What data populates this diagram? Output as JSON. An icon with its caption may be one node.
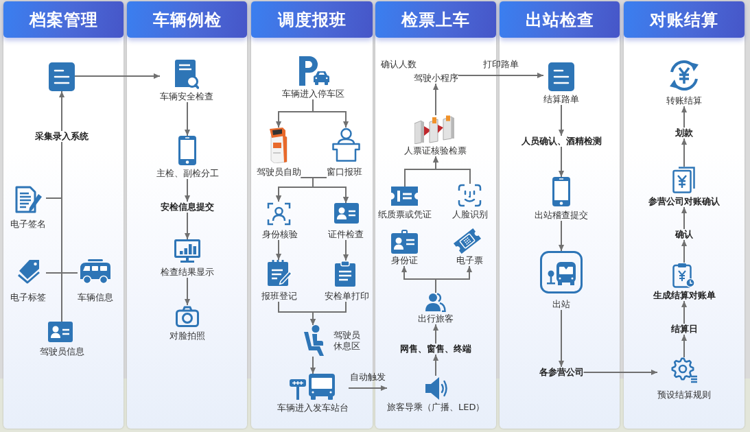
{
  "diagram": {
    "nodes": [
      {
        "text": [
          "档案管理"
        ]
      },
      {
        "text": [],
        "shape": "picture",
        "in": 0
      },
      {
        "text": [
          "采集录入系统"
        ],
        "in": 0
      },
      {
        "text": [
          "电子签名"
        ],
        "in": 0
      },
      {
        "text": [
          "电子标签"
        ],
        "in": 0
      },
      {
        "text": [
          "车辆信息"
        ],
        "in": 0
      },
      {
        "text": [
          "驾驶员信息"
        ],
        "in": 0
      },
      {
        "text": [
          "车辆例检"
        ]
      },
      {
        "text": [
          "车辆安全检查"
        ],
        "in": 7
      },
      {
        "text": [
          "主检、副检分工"
        ],
        "in": 7
      },
      {
        "text": [
          "安检信息提交"
        ],
        "in": 7
      },
      {
        "text": [
          "检查结果显示"
        ],
        "in": 7
      },
      {
        "text": [
          "对脸拍照"
        ],
        "in": 7
      },
      {
        "text": [
          "调度报班"
        ]
      },
      {
        "text": [
          "车辆进入停车区"
        ],
        "in": 13
      },
      {
        "text": [
          "驾驶员自助"
        ],
        "in": 13
      },
      {
        "text": [
          "窗口报班"
        ],
        "in": 13
      },
      {
        "text": [
          "身份核验"
        ],
        "in": 13
      },
      {
        "text": [
          "证件检查"
        ],
        "in": 13
      },
      {
        "text": [
          "报班登记"
        ],
        "in": 13
      },
      {
        "text": [
          "安检单打印"
        ],
        "in": 13
      },
      {
        "text": [
          "驾驶员休息区"
        ],
        "in": 13
      },
      {
        "text": [
          "车辆进入发车站台"
        ],
        "in": 13
      },
      {
        "text": [
          "检票上车"
        ]
      },
      {
        "text": [
          "驾驶小程序"
        ],
        "beside": [
          "确认人数"
        ],
        "in": 23
      },
      {
        "text": [
          "人票证核验检票"
        ],
        "in": 23
      },
      {
        "text": [
          "纸质票或凭证"
        ],
        "in": 23
      },
      {
        "text": [
          "人脸识别"
        ],
        "in": 23
      },
      {
        "text": [
          "身份证"
        ],
        "in": 23
      },
      {
        "text": [
          "电子票"
        ],
        "in": 23
      },
      {
        "text": [
          "出行旅客"
        ],
        "in": 23
      },
      {
        "text": [
          "网售、窗售、终端"
        ],
        "in": 23
      },
      {
        "text": [
          "旅客导乘（广播、LED）"
        ],
        "in": 23
      },
      {
        "text": [
          "出站检查"
        ]
      },
      {
        "text": [
          "结算路单"
        ],
        "in": 33
      },
      {
        "text": [
          "人员确认、酒精检测"
        ],
        "in": 33
      },
      {
        "text": [
          "出站稽查提交"
        ],
        "in": 33
      },
      {
        "text": [
          "出站"
        ],
        "in": 33
      },
      {
        "text": [
          "各参营公司"
        ],
        "in": 33
      },
      {
        "text": [
          "对账结算"
        ]
      },
      {
        "text": [
          "转账结算"
        ],
        "in": 39
      },
      {
        "text": [
          "划款"
        ],
        "in": 39
      },
      {
        "text": [
          "参营公司对账确认"
        ],
        "in": 39
      },
      {
        "text": [
          "确认"
        ],
        "in": 39
      },
      {
        "text": [
          "生成结算对账单"
        ],
        "in": 39
      },
      {
        "text": [
          "结算日"
        ],
        "in": 39
      },
      {
        "text": [
          "预设结算规则"
        ],
        "in": 39
      }
    ],
    "edges": [
      {
        "from": 6,
        "to": 2,
        "arrow": "none"
      },
      {
        "from": 3,
        "to": 2,
        "arrow": "none"
      },
      {
        "from": 4,
        "to": 2,
        "arrow": "none"
      },
      {
        "from": 5,
        "to": 2,
        "arrow": "none"
      },
      {
        "from": 2,
        "to": 1,
        "arrow": "to"
      },
      {
        "from": 1,
        "to": 8,
        "arrow": "to"
      },
      {
        "from": 8,
        "to": 9,
        "arrow": "to"
      },
      {
        "from": 9,
        "to": 10,
        "arrow": "to"
      },
      {
        "from": 10,
        "to": 11,
        "arrow": "to"
      },
      {
        "from": 11,
        "to": 12,
        "arrow": "to"
      },
      {
        "from": 14,
        "to": 15,
        "arrow": "to"
      },
      {
        "from": 14,
        "to": 16,
        "arrow": "to"
      },
      {
        "from": 15,
        "to": 17,
        "arrow": "to"
      },
      {
        "from": 15,
        "to": 18,
        "arrow": "to"
      },
      {
        "from": 16,
        "to": 17,
        "arrow": "to"
      },
      {
        "from": 16,
        "to": 18,
        "arrow": "to"
      },
      {
        "from": 17,
        "to": 19,
        "arrow": "to"
      },
      {
        "from": 18,
        "to": 20,
        "arrow": "to"
      },
      {
        "from": 19,
        "to": 21,
        "arrow": "to"
      },
      {
        "from": 20,
        "to": 21,
        "arrow": "to"
      },
      {
        "from": 21,
        "to": 22,
        "arrow": "to"
      },
      {
        "from": 22,
        "to": 32,
        "arrow": "to",
        "label": "自动触发"
      },
      {
        "from": 32,
        "to": 31,
        "arrow": "to"
      },
      {
        "from": 31,
        "to": 30,
        "arrow": "to"
      },
      {
        "from": 30,
        "to": 28,
        "arrow": "to"
      },
      {
        "from": 30,
        "to": 29,
        "arrow": "to"
      },
      {
        "from": 26,
        "to": 25,
        "arrow": "to"
      },
      {
        "from": 27,
        "to": 25,
        "arrow": "to"
      },
      {
        "from": 25,
        "to": 24,
        "arrow": "to"
      },
      {
        "from": 24,
        "to": 34,
        "arrow": "to",
        "label": "打印路单"
      },
      {
        "from": 34,
        "to": 35,
        "arrow": "to"
      },
      {
        "from": 35,
        "to": 36,
        "arrow": "to"
      },
      {
        "from": 36,
        "to": 37,
        "arrow": "to"
      },
      {
        "from": 37,
        "to": 38,
        "arrow": "to"
      },
      {
        "from": 38,
        "to": 46,
        "arrow": "to"
      },
      {
        "from": 46,
        "to": 45,
        "arrow": "to"
      },
      {
        "from": 45,
        "to": 44,
        "arrow": "to"
      },
      {
        "from": 44,
        "to": 43,
        "arrow": "to"
      },
      {
        "from": 43,
        "to": 42,
        "arrow": "to"
      },
      {
        "from": 42,
        "to": 41,
        "arrow": "to"
      },
      {
        "from": 41,
        "to": 40,
        "arrow": "to"
      }
    ]
  }
}
